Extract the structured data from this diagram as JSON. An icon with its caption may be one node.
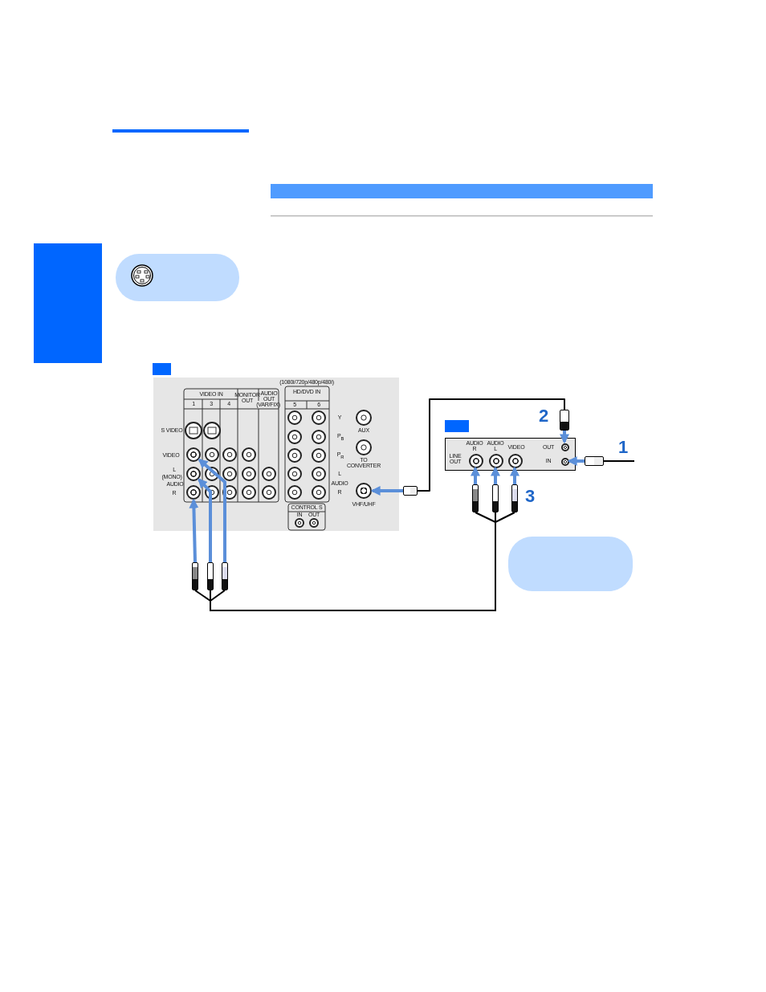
{
  "diagram": {
    "nodes": [
      {
        "text": [],
        "shape": "box"
      },
      {
        "text": [],
        "shape": "circle",
        "in": 0
      },
      {
        "text": [],
        "shape": "circle",
        "in": 0
      },
      {
        "text": [],
        "shape": "circle",
        "in": 0
      },
      {
        "text": [],
        "shape": "circle",
        "in": 0,
        "beside": [
          "VHF/UHF"
        ]
      },
      {
        "text": [],
        "shape": "box"
      },
      {
        "text": [],
        "shape": "circle",
        "in": 5
      },
      {
        "text": [],
        "shape": "circle",
        "in": 5
      },
      {
        "text": [],
        "shape": "circle",
        "in": 5
      },
      {
        "text": [],
        "shape": "circle",
        "in": 5
      },
      {
        "text": [],
        "shape": "circle",
        "in": 5
      },
      {
        "text": [],
        "shape": "plug"
      },
      {
        "text": [],
        "shape": "plug"
      },
      {
        "text": [],
        "shape": "plug"
      },
      {
        "text": [],
        "shape": "plug"
      },
      {
        "text": [],
        "shape": "plug"
      },
      {
        "text": [],
        "shape": "plug"
      },
      {
        "text": [],
        "shape": "plug"
      },
      {
        "text": [],
        "shape": "plug"
      },
      {
        "text": [],
        "shape": "plug"
      },
      {
        "text": [],
        "shape": "box"
      },
      {
        "text": [],
        "shape": "box"
      },
      {
        "text": [],
        "shape": "box"
      }
    ],
    "edges": [
      {
        "from": 11,
        "to": 3,
        "arrow": "to"
      },
      {
        "from": 12,
        "to": 2,
        "arrow": "to"
      },
      {
        "from": 13,
        "to": 1,
        "arrow": "to"
      },
      {
        "from": 14,
        "to": 6,
        "arrow": "to"
      },
      {
        "from": 15,
        "to": 7,
        "arrow": "to"
      },
      {
        "from": 16,
        "to": 8,
        "arrow": "to"
      },
      {
        "from": 11,
        "to": 14,
        "arrow": "none",
        "color": "#000000"
      },
      {
        "from": 12,
        "to": 15,
        "arrow": "none",
        "color": "#000000"
      },
      {
        "from": 13,
        "to": 16,
        "arrow": "none",
        "color": "#000000"
      },
      {
        "from": 17,
        "to": 4,
        "arrow": "to"
      },
      {
        "from": 17,
        "to": 18,
        "arrow": "none",
        "color": "#000000"
      },
      {
        "from": 18,
        "to": 9,
        "arrow": "to"
      },
      {
        "from": 19,
        "to": 10,
        "arrow": "to"
      },
      {
        "from": 19,
        "to": null,
        "arrow": "none",
        "color": "#000000"
      }
    ],
    "labels": [
      "VIDEO IN",
      "1",
      "3",
      "4",
      "MONITOR OUT",
      "AUDIO OUT",
      "(VAR/FIX)",
      "S VIDEO",
      "VIDEO",
      "L",
      "(MONO)",
      "AUDIO",
      "R",
      "HD/DVD IN",
      "(1080i/720p/480p/480i)",
      "5",
      "6",
      "Y",
      "P$_{B}$",
      "P$_{R}$",
      "L",
      "AUDIO",
      "R",
      "AUX",
      "TO CONVERTER",
      "CONTROL S",
      "IN",
      "OUT",
      "2",
      "LINE OUT",
      "AUDIO R",
      "AUDIO L",
      "VIDEO",
      "OUT",
      "IN",
      "1",
      "3"
    ]
  }
}
